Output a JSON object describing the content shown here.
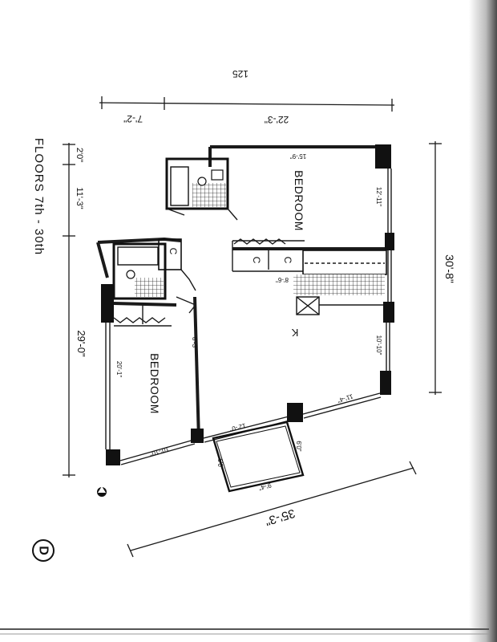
{
  "page_number": "125",
  "floors_label": "FLOORS 7th - 30th",
  "unit_letter": "D",
  "rooms": {
    "bedroom_1": "BEDROOM",
    "bedroom_2": "BEDROOM",
    "kitchen": "K",
    "closet_1": "C",
    "closet_2": "C",
    "closet_3": "C"
  },
  "dimensions": {
    "top_left": "7'-2\"",
    "top_right": "22'-3\"",
    "right_overall": "30'-8\"",
    "bottom_overall": "35'-3\"",
    "left_top": "2'0\"",
    "left_mid": "11'-3\"",
    "left_overall": "29'-0\"",
    "bedroom1_width": "15'-9\"",
    "bedroom1_depth": "12'-11\"",
    "kitchen_width": "8'-6\"",
    "kitchen_depth": "10'-10\"",
    "living_window": "11'-4\"",
    "living_width": "12'-0\"",
    "bedroom2_length": "20'-1\"",
    "bedroom2_width": "10'-10\"",
    "bath2_width": "8'-3\"",
    "balcony_width": "9'-4\"",
    "balcony_depth_1": "6'0\"",
    "balcony_depth_2": "6'0\""
  }
}
